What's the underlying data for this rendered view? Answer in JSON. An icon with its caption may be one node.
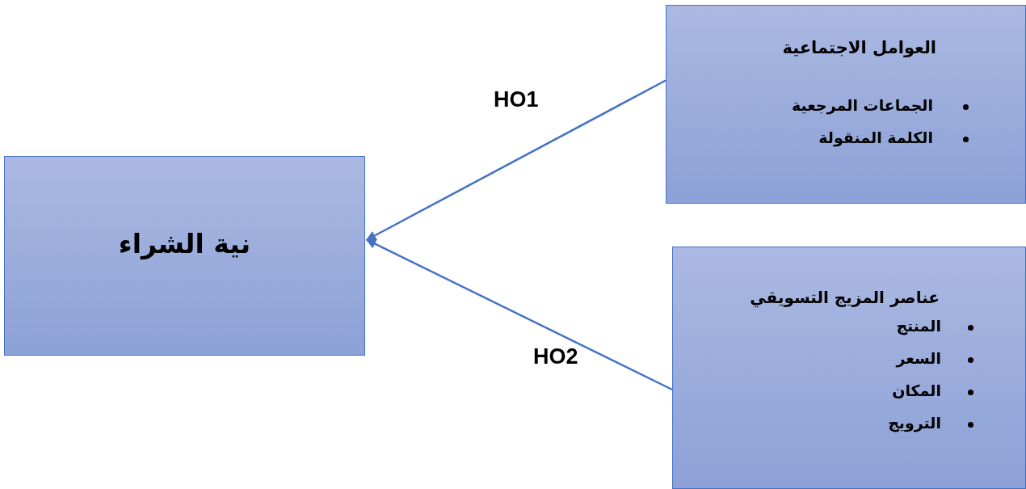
{
  "diagram": {
    "nodes": [
      {
        "text": [
          "نية الشراء"
        ]
      },
      {
        "text": [
          "العوامل الاجتماعية",
          "الجماعات المرجعية",
          "الكلمة المنقولة"
        ]
      },
      {
        "text": [
          "عناصر المزيج التسويقي",
          "المنتج",
          "السعر",
          "المكان",
          "الترويج"
        ]
      }
    ],
    "edges": [
      {
        "from": 1,
        "to": 0,
        "arrow": "to",
        "label": "HO1"
      },
      {
        "from": 2,
        "to": 0,
        "arrow": "to",
        "label": "HO2"
      }
    ]
  }
}
